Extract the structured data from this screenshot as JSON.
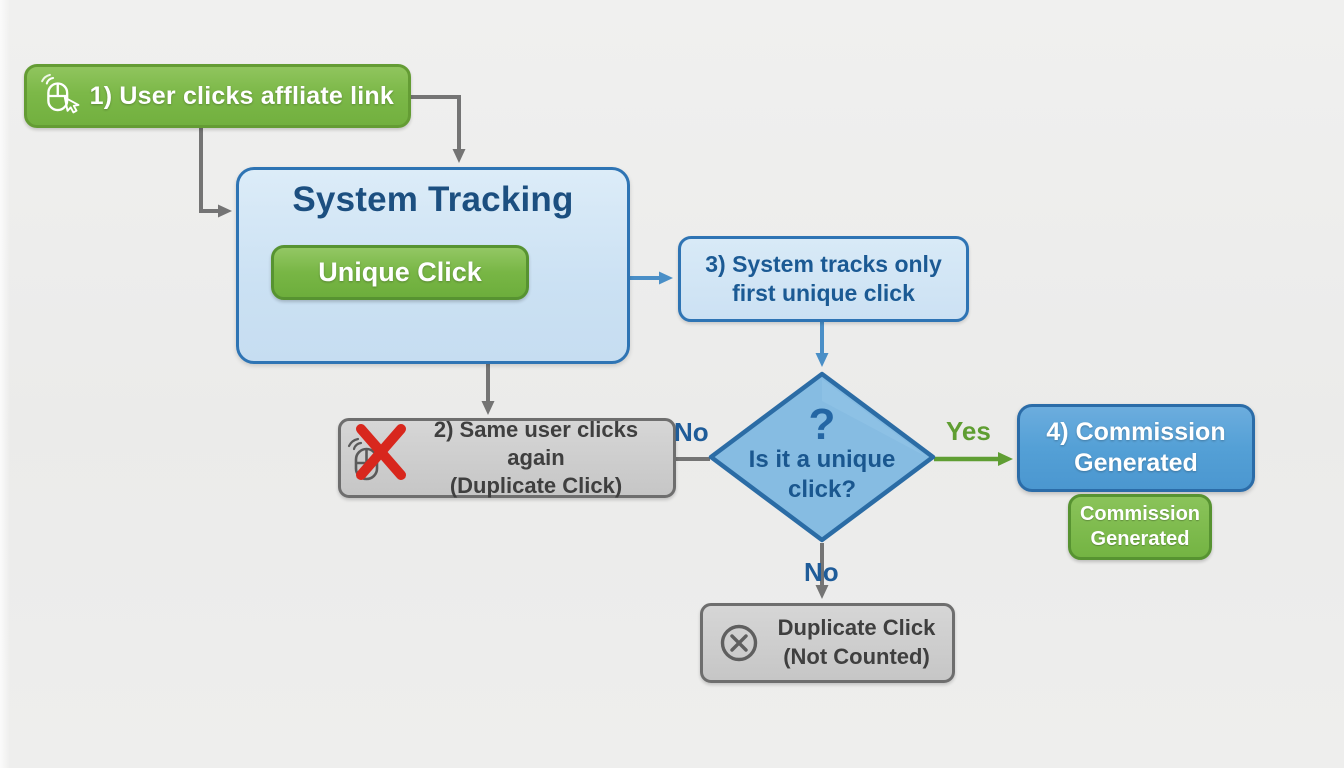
{
  "diagram": {
    "topic": "Affiliate link unique click tracking flowchart",
    "nodes": {
      "step1": {
        "label": "1) User clicks affliate link",
        "icon": "mouse-click-icon"
      },
      "system_tracking": {
        "title": "System Tracking"
      },
      "unique_click_chip": {
        "label": "Unique Click"
      },
      "step3": {
        "lines": [
          "3) System tracks only",
          "first unique click"
        ]
      },
      "step2": {
        "lines": [
          "2) Same user clicks again",
          "(Duplicate Click)"
        ],
        "icon": "mouse-click-blocked-icon"
      },
      "decision": {
        "mark": "?",
        "lines": [
          "Is it a unique",
          "click?"
        ]
      },
      "step4": {
        "lines": [
          "4) Commission",
          "Generated"
        ]
      },
      "commission_chip": {
        "lines": [
          "Commission",
          "Generated"
        ]
      },
      "duplicate_result": {
        "lines": [
          "Duplicate Click",
          "(Not Counted)"
        ],
        "icon": "circle-x-icon"
      }
    },
    "edge_labels": {
      "no_left": "No",
      "yes": "Yes",
      "no_bottom": "No"
    },
    "colors": {
      "background": "#ebebea",
      "green_fill": "#78b645",
      "green_border": "#579331",
      "blue_light_fill": "#cce1f3",
      "blue_border": "#2e74b4",
      "blue_node_fill": "#54a0d6",
      "diamond_fill": "#86bce2",
      "gray_fill": "#c9c9c9",
      "gray_border": "#6e6e6e",
      "arrow_gray": "#747474",
      "arrow_blue": "#4a8fc7",
      "arrow_green": "#5f9e33",
      "label_no": "#1f5c99",
      "label_yes": "#5f9e32",
      "red_x": "#d8271d",
      "title_text": "#1c4f80"
    }
  }
}
